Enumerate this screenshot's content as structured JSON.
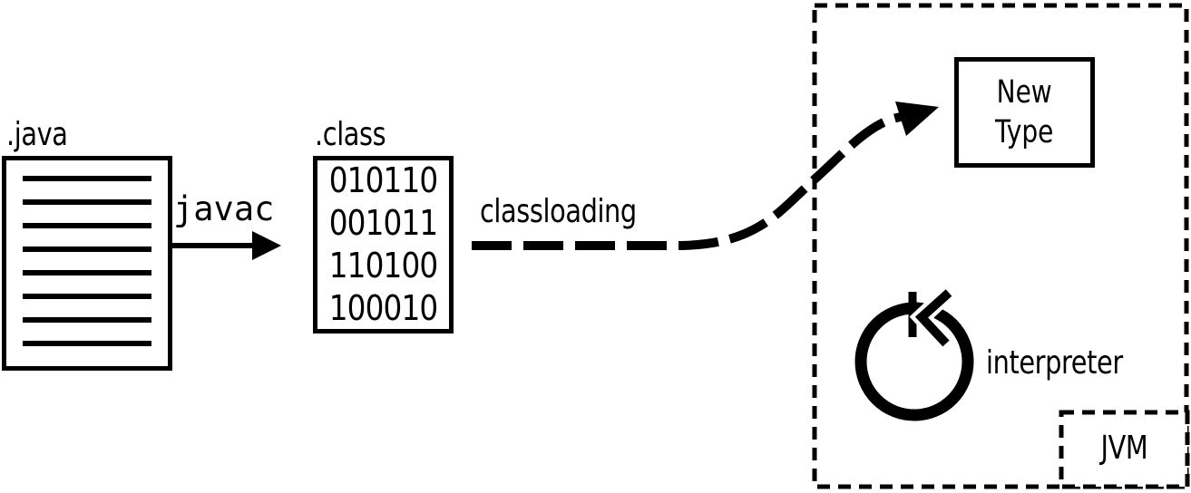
{
  "colors": {
    "ink": "#000000",
    "background": "#ffffff"
  },
  "java_file": {
    "label": ".java"
  },
  "compiler": {
    "label": "javac"
  },
  "class_file": {
    "label": ".class",
    "binary_lines": [
      "010110",
      "001011",
      "110100",
      "100010"
    ]
  },
  "classloading": {
    "label": "classloading"
  },
  "jvm": {
    "label": "JVM",
    "new_type_box": {
      "lines": [
        "New",
        "Type"
      ]
    },
    "interpreter": {
      "label": "interpreter"
    }
  }
}
